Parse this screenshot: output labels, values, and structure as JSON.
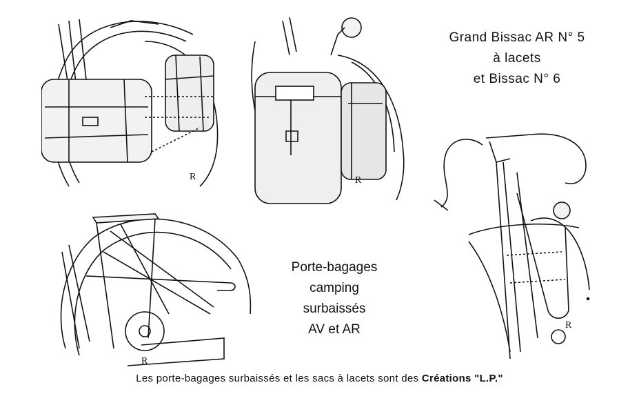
{
  "title": {
    "line1": "Grand Bissac AR N° 5",
    "line2": "à lacets",
    "line3": "et Bissac N° 6"
  },
  "center_text": {
    "line1": "Porte-bagages",
    "line2": "camping",
    "line3": "surbaissés",
    "line4": "AV et AR"
  },
  "caption": {
    "text": "Les porte-bagages surbaissés et les sacs à lacets sont des ",
    "brand": "Créations \"L.P.\""
  }
}
